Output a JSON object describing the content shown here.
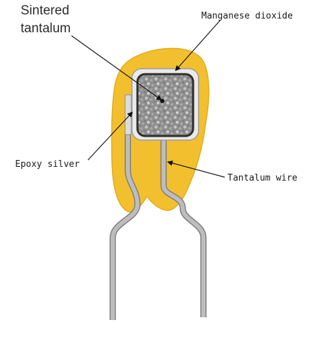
{
  "labels": {
    "sintered_line1": "Sintered",
    "sintered_line2": "tantalum",
    "manganese": "Manganese dioxide",
    "epoxy": "Epoxy silver",
    "wire": "Tantalum wire"
  },
  "icons": {
    "capacitor": "tantalum-capacitor-icon",
    "pellet": "tantalum-pellet-icon"
  },
  "colors": {
    "body": "#f2c02e",
    "body_stroke": "#e3ab18",
    "pellet": "#8c8c8c",
    "pellet_outline": "#2d2d2d",
    "lead": "#b9b9b9",
    "lead_edge": "#7e7e7e",
    "silver": "#dcdcdc",
    "arrow": "#111111"
  }
}
